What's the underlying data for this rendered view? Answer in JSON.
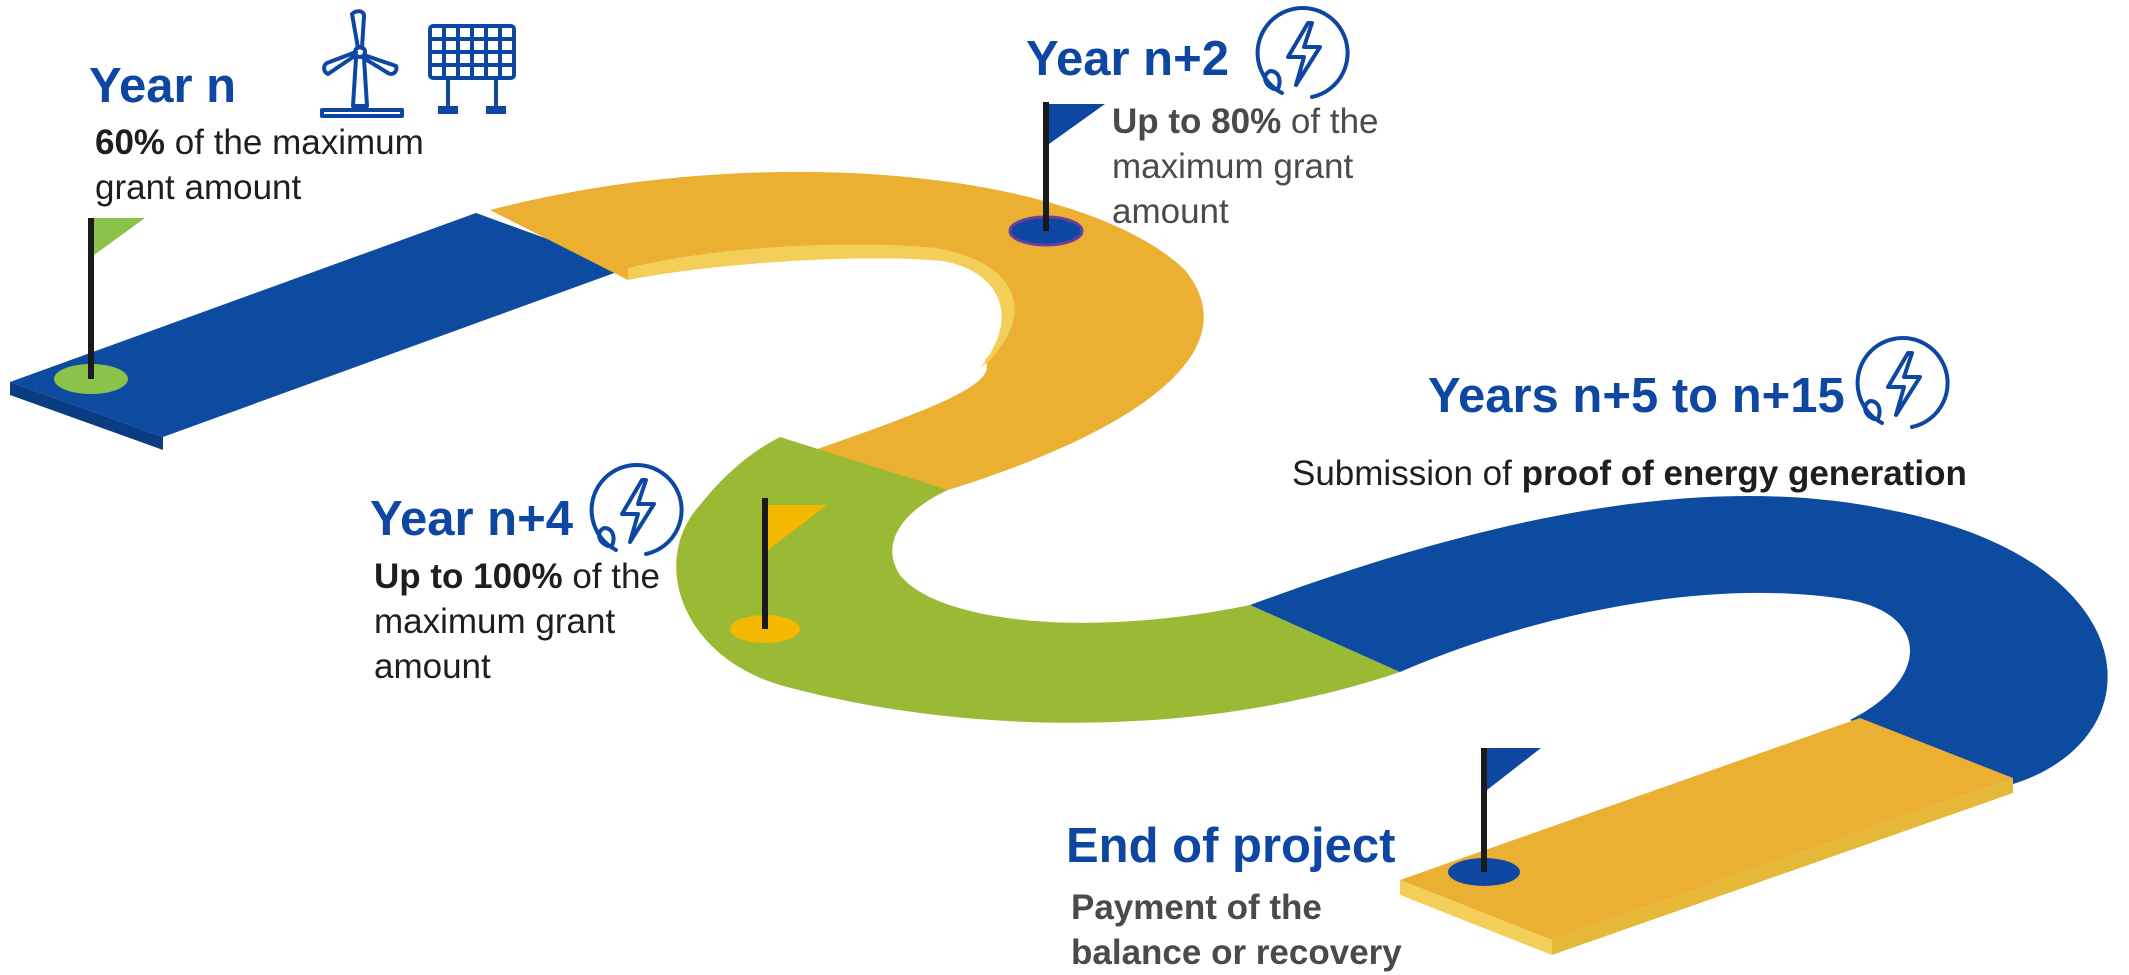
{
  "milestones": [
    {
      "title": "Year n",
      "desc_strong": "60%",
      "desc_rest": " of the maximum grant amount",
      "flag_color": "#8bc34a",
      "hole_color": "#8bc34a",
      "icons": [
        "wind-turbine-icon",
        "solar-panel-icon"
      ]
    },
    {
      "title": "Year n+2",
      "desc_strong": "Up to 80%",
      "desc_rest": " of the maximum grant amount",
      "flag_color": "#0d47a1",
      "hole_color": "#0d47a1",
      "icons": [
        "lightning-leaf-icon"
      ]
    },
    {
      "title": "Year n+4",
      "desc_strong": "Up to 100%",
      "desc_rest": " of the maximum grant amount",
      "flag_color": "#f5b800",
      "hole_color": "#f5b800",
      "icons": [
        "lightning-leaf-icon"
      ]
    },
    {
      "title": "Years n+5 to n+15",
      "desc_lead": "Submission of ",
      "desc_strong": "proof of energy generation",
      "icons": [
        "lightning-leaf-icon"
      ]
    },
    {
      "title": "End of project",
      "desc_strong": "Payment of the balance or recovery",
      "flag_color": "#0d47a1",
      "hole_color": "#0d47a1"
    }
  ],
  "colors": {
    "blue": "#0d4ba0",
    "yellow": "#ebaf32",
    "green": "#9ab934",
    "title_blue": "#0d47a1"
  }
}
